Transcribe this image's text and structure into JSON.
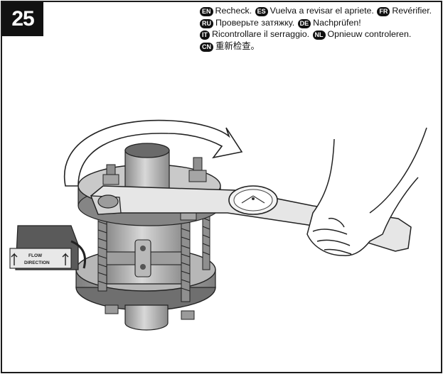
{
  "step": {
    "number": "25"
  },
  "instructions": [
    {
      "lang": "EN",
      "text": "Recheck."
    },
    {
      "lang": "ES",
      "text": "Vuelva a revisar el apriete."
    },
    {
      "lang": "FR",
      "text": "Revérifier."
    },
    {
      "lang": "RU",
      "text": "Проверьте затяжку."
    },
    {
      "lang": "DE",
      "text": "Nachprüfen!"
    },
    {
      "lang": "IT",
      "text": "Ricontrollare il serraggio."
    },
    {
      "lang": "NL",
      "text": "Opnieuw controleren."
    },
    {
      "lang": "CN",
      "text": "重新检查。"
    }
  ],
  "illustration": {
    "flow_tag_line1": "FLOW",
    "flow_tag_line2": "DIRECTION"
  },
  "colors": {
    "badge": "#111111",
    "line": "#222222",
    "metal_light": "#cfcfcf",
    "metal_mid": "#a9a9a9",
    "metal_dark": "#7d7d7d"
  }
}
